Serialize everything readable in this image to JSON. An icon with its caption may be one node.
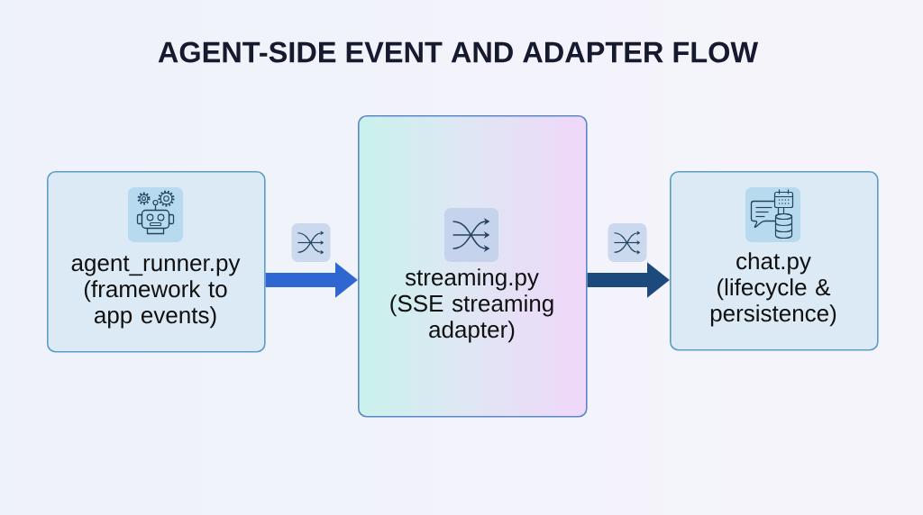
{
  "diagram": {
    "title": "AGENT-SIDE EVENT AND ADAPTER FLOW",
    "nodes": [
      {
        "text": [
          "agent_runner.py",
          "(framework to app events)"
        ]
      },
      {
        "text": [
          "streaming.py",
          "(SSE streaming adapter)"
        ]
      },
      {
        "text": [
          "chat.py",
          "(lifecycle & persistence)"
        ]
      }
    ],
    "edges": [
      {
        "from": 0,
        "to": 1,
        "arrow": "to",
        "color": "#2e66d2"
      },
      {
        "from": 1,
        "to": 2,
        "arrow": "to",
        "color": "#1d4a7c"
      }
    ]
  }
}
